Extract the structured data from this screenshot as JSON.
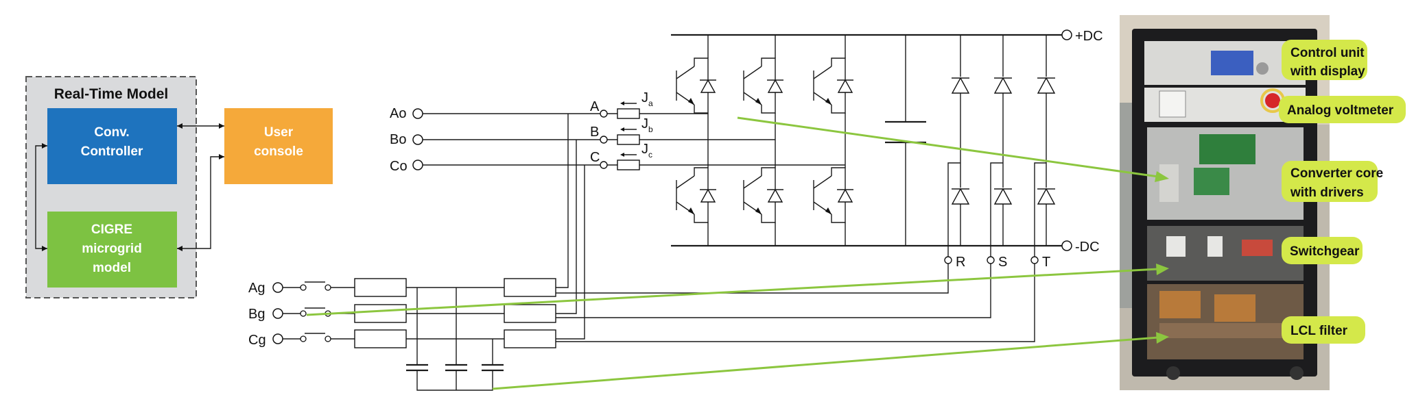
{
  "realtime_model": {
    "title": "Real-Time Model",
    "conv_controller": [
      "Conv.",
      "Controller"
    ],
    "cigre_model": [
      "CIGRE",
      "microgrid",
      "model"
    ],
    "user_console": [
      "User",
      "console"
    ]
  },
  "terminals": {
    "converter_side": [
      "Ao",
      "Bo",
      "Co"
    ],
    "grid_side": [
      "Ag",
      "Bg",
      "Cg"
    ],
    "phase_nodes": [
      "A",
      "B",
      "C"
    ],
    "current_labels": [
      {
        "main": "J",
        "sub": "a"
      },
      {
        "main": "J",
        "sub": "b"
      },
      {
        "main": "J",
        "sub": "c"
      }
    ],
    "dc_plus": "+DC",
    "dc_minus": "-DC",
    "rectifier_inputs": [
      "R",
      "S",
      "T"
    ]
  },
  "callouts": [
    [
      "Control unit",
      "with display"
    ],
    [
      "Analog voltmeter"
    ],
    [
      "Converter core",
      "with drivers"
    ],
    [
      "Switchgear"
    ],
    [
      "LCL filter"
    ]
  ],
  "colors": {
    "conv_controller": "#1e73be",
    "cigre_model": "#7dc242",
    "user_console": "#f5a93a",
    "realtime_bg": "#d9dadc",
    "callout_bg": "#d4e84a",
    "arrow": "#8cc63f"
  }
}
